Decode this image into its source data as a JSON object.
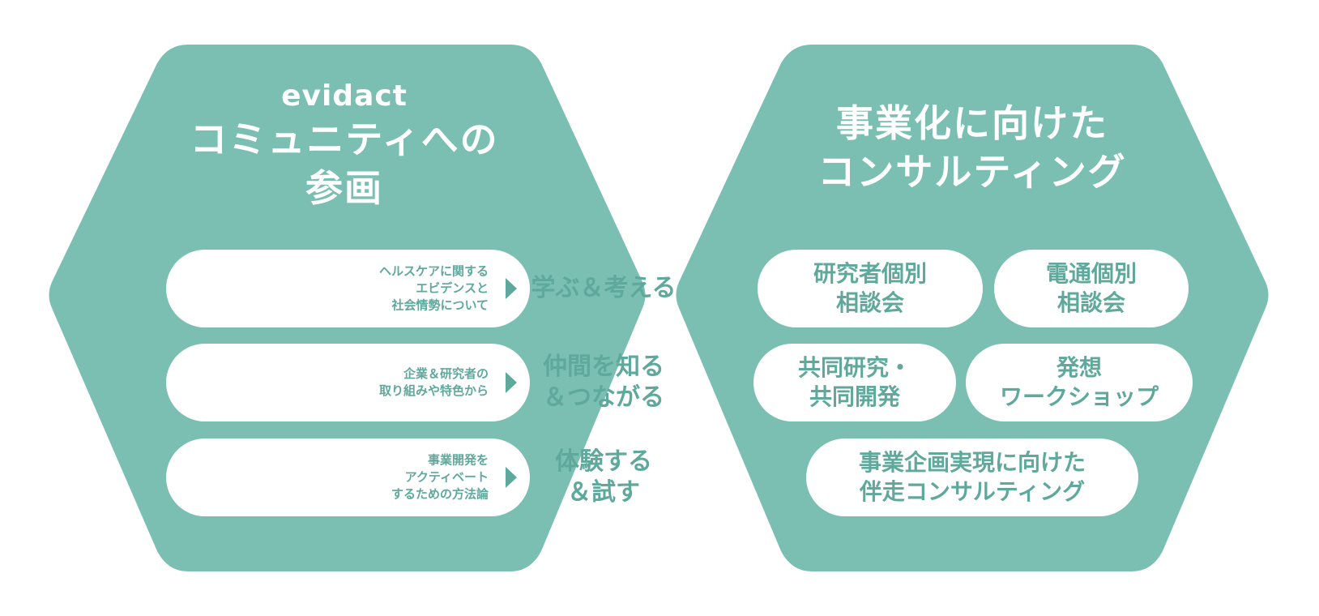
{
  "colors": {
    "hexagon_fill": "#7bbfb3",
    "pill_text": "#5fa99c",
    "pill_bg": "#ffffff",
    "title_text": "#ffffff"
  },
  "left": {
    "subtitle": "evidact",
    "title_line1": "コミュニティへの",
    "title_line2": "参画",
    "rows": [
      {
        "desc": [
          "ヘルスケアに関する",
          "エビデンスと",
          "社会情勢について"
        ],
        "action": [
          "学ぶ＆考える"
        ]
      },
      {
        "desc": [
          "企業＆研究者の",
          "取り組みや特色から"
        ],
        "action": [
          "仲間を知る",
          "＆つながる"
        ]
      },
      {
        "desc": [
          "事業開発を",
          "アクティベート",
          "するための方法論"
        ],
        "action": [
          "体験する",
          "＆試す"
        ]
      }
    ]
  },
  "right": {
    "title_line1": "事業化に向けた",
    "title_line2": "コンサルティング",
    "items": [
      {
        "lines": [
          "研究者個別",
          "相談会"
        ]
      },
      {
        "lines": [
          "電通個別",
          "相談会"
        ]
      },
      {
        "lines": [
          "共同研究・",
          "共同開発"
        ]
      },
      {
        "lines": [
          "発想",
          "ワークショップ"
        ]
      },
      {
        "lines": [
          "事業企画実現に向けた",
          "伴走コンサルティング"
        ]
      }
    ]
  }
}
